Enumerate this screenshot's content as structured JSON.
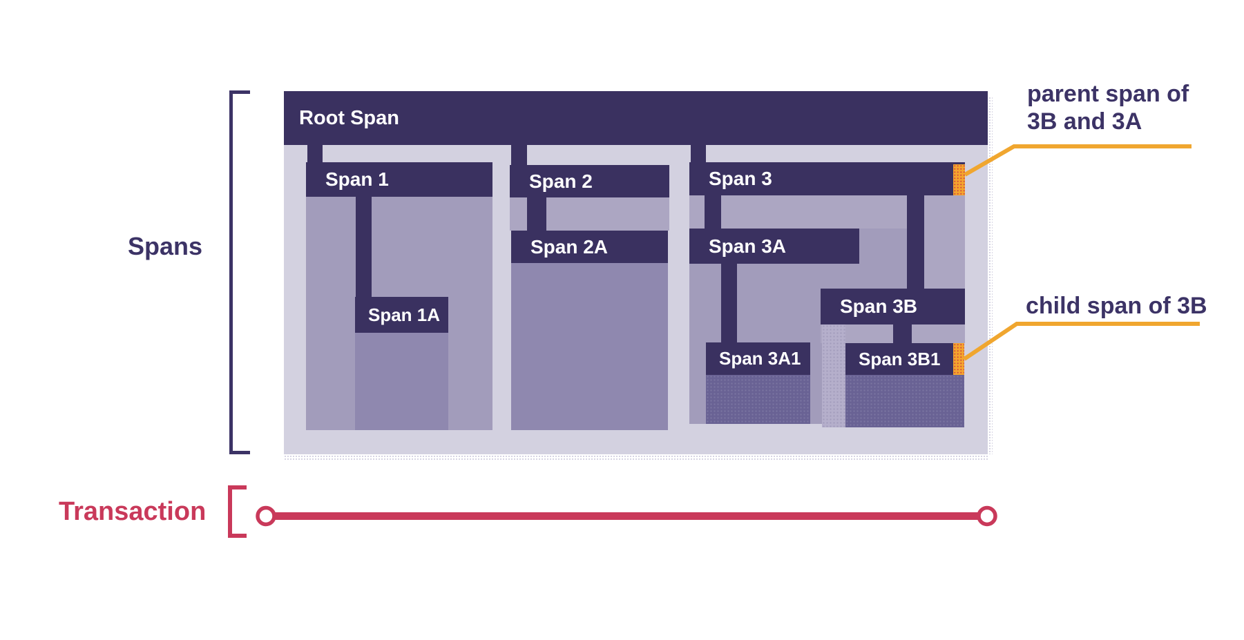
{
  "colors": {
    "navy": "#3A3160",
    "navy-text": "#3C3366",
    "lavender": "#D3D1E0",
    "p-light": "#ACA6C2",
    "p-mid": "#A29CBB",
    "p-dark": "#8F88AF",
    "p-darkest": "#696294",
    "p-dotlight": "#B5AFCB",
    "orange": "#F0A62F",
    "orange-marker": "#F4A42E",
    "red": "#C9395A",
    "white": "#FFFFFF"
  },
  "side_labels": {
    "spans": "Spans",
    "transaction": "Transaction"
  },
  "spans": {
    "root": "Root Span",
    "span1": "Span 1",
    "span1a": "Span 1A",
    "span2": "Span 2",
    "span2a": "Span 2A",
    "span3": "Span 3",
    "span3a": "Span 3A",
    "span3a1": "Span 3A1",
    "span3b": "Span 3B",
    "span3b1": "Span 3B1"
  },
  "annotations": {
    "parent_line1": "parent span of",
    "parent_line2": "3B and 3A",
    "child": "child span of 3B"
  }
}
